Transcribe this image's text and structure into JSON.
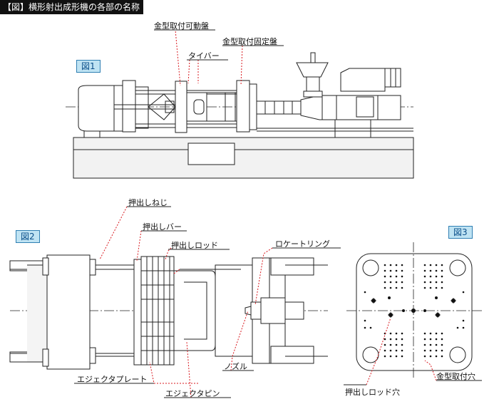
{
  "header": {
    "title": "【図】横形射出成形機の各部の名称"
  },
  "figures": {
    "fig1": "図1",
    "fig2": "図2",
    "fig3": "図3"
  },
  "labels": {
    "fig1": {
      "movable_platen": "金型取付可動盤",
      "fixed_platen": "金型取付固定盤",
      "tie_bar": "タイバー"
    },
    "fig2": {
      "ejector_screw": "押出しねじ",
      "ejector_bar": "押出しバー",
      "ejector_rod": "押出しロッド",
      "locate_ring": "ロケートリング",
      "nozzle": "ノズル",
      "ejector_plate": "エジェクタプレート",
      "ejector_pin": "エジェクタピン"
    },
    "fig3": {
      "ejector_rod_hole": "押出しロッド穴",
      "mold_mount_hole": "金型取付穴"
    }
  }
}
